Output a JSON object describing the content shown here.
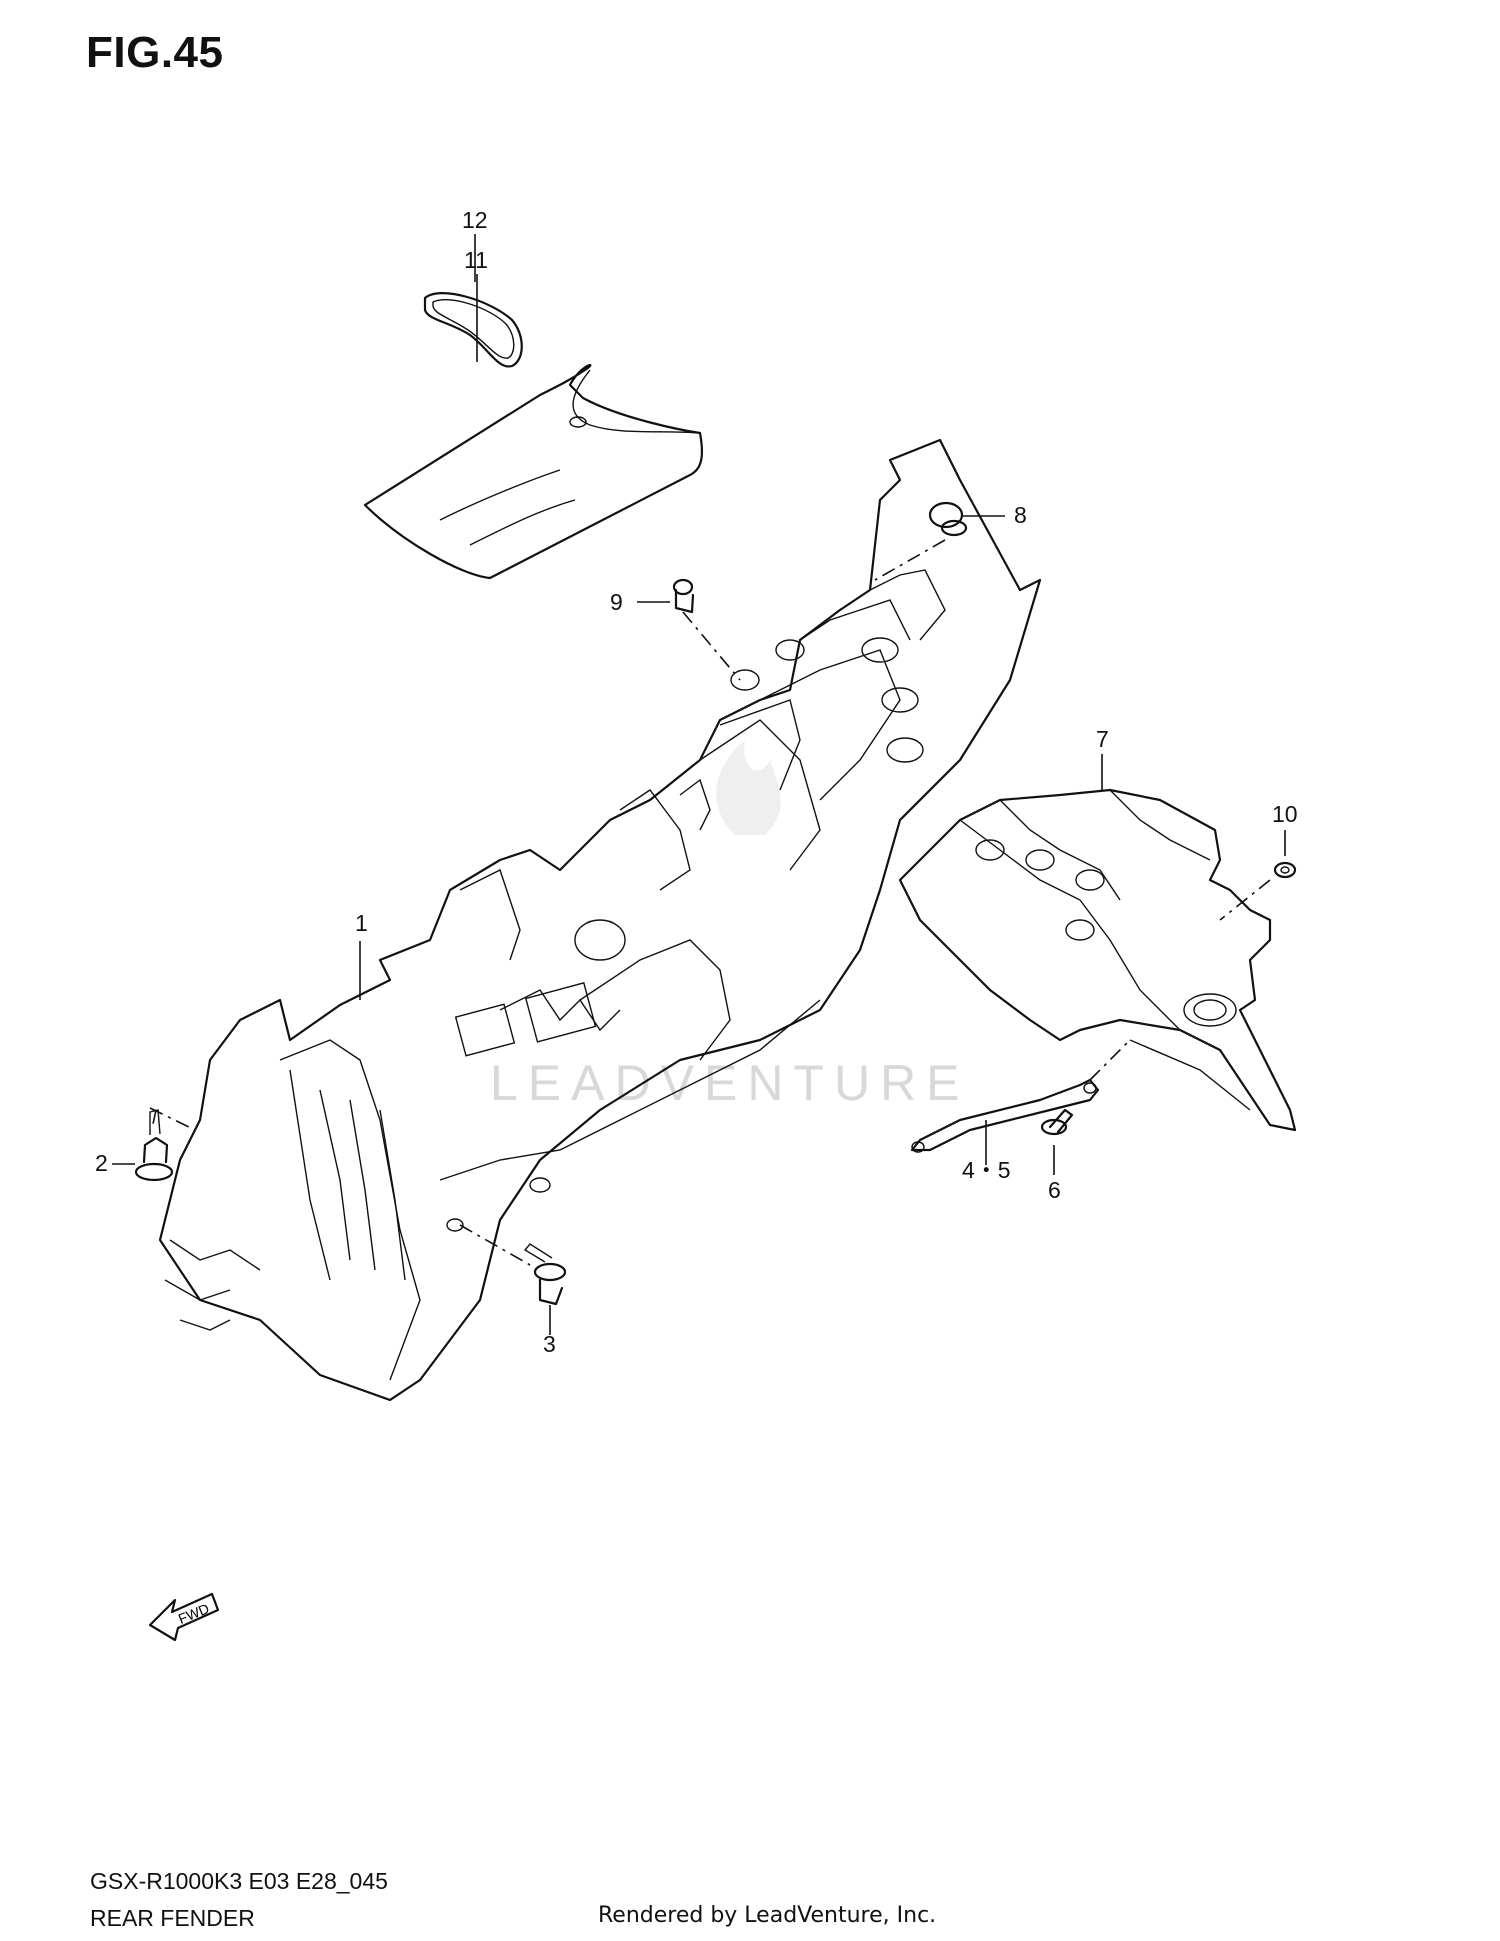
{
  "figure": {
    "title": "FIG.45",
    "diagram_code": "GSX-R1000K3 E03 E28_045",
    "caption": "REAR FENDER",
    "rendered_by": "Rendered by LeadVenture, Inc.",
    "watermark": "LEADVENTURE",
    "direction_badge": "FWD"
  },
  "callouts": [
    {
      "number": "1"
    },
    {
      "number": "2"
    },
    {
      "number": "3"
    },
    {
      "number": "4・5"
    },
    {
      "number": "6"
    },
    {
      "number": "7"
    },
    {
      "number": "8"
    },
    {
      "number": "9"
    },
    {
      "number": "10"
    },
    {
      "number": "11"
    },
    {
      "number": "12"
    }
  ],
  "colors": {
    "line": "#111111",
    "background": "#ffffff",
    "watermark": "#d8d8d8"
  },
  "icons": [
    "fwd-arrow-icon",
    "flame-watermark-icon"
  ]
}
